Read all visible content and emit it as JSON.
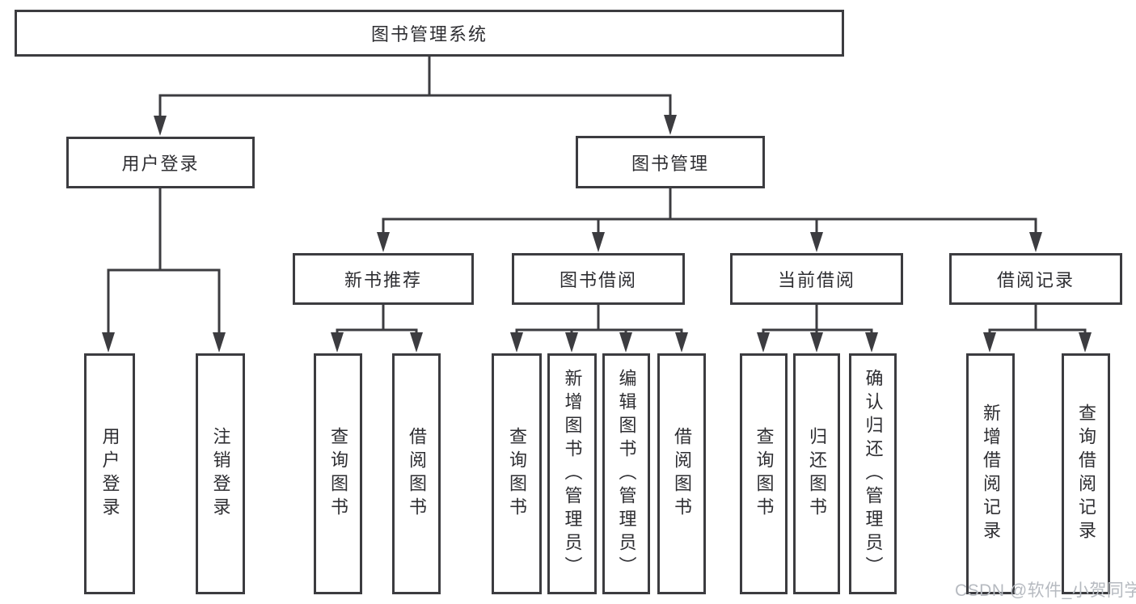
{
  "colors": {
    "line": "#3c3c40",
    "text": "#2e2e32",
    "background": "#ffffff",
    "watermark": "#b6bac0"
  },
  "tree": {
    "root": {
      "label": "图书管理系统"
    },
    "branches": [
      {
        "label": "用户登录",
        "children": [
          {
            "label": "用户登录"
          },
          {
            "label": "注销登录"
          }
        ]
      },
      {
        "label": "图书管理",
        "children": [
          {
            "label": "新书推荐",
            "children": [
              {
                "label": "查询图书"
              },
              {
                "label": "借阅图书"
              }
            ]
          },
          {
            "label": "图书借阅",
            "children": [
              {
                "label": "查询图书"
              },
              {
                "label": "新增图书（管理员）"
              },
              {
                "label": "编辑图书（管理员）"
              },
              {
                "label": "借阅图书"
              }
            ]
          },
          {
            "label": "当前借阅",
            "children": [
              {
                "label": "查询图书"
              },
              {
                "label": "归还图书"
              },
              {
                "label": "确认归还（管理员）"
              }
            ]
          },
          {
            "label": "借阅记录",
            "children": [
              {
                "label": "新增借阅记录"
              },
              {
                "label": "查询借阅记录"
              }
            ]
          }
        ]
      }
    ]
  },
  "watermark": {
    "text": "CSDN @软件_小贺同学"
  }
}
